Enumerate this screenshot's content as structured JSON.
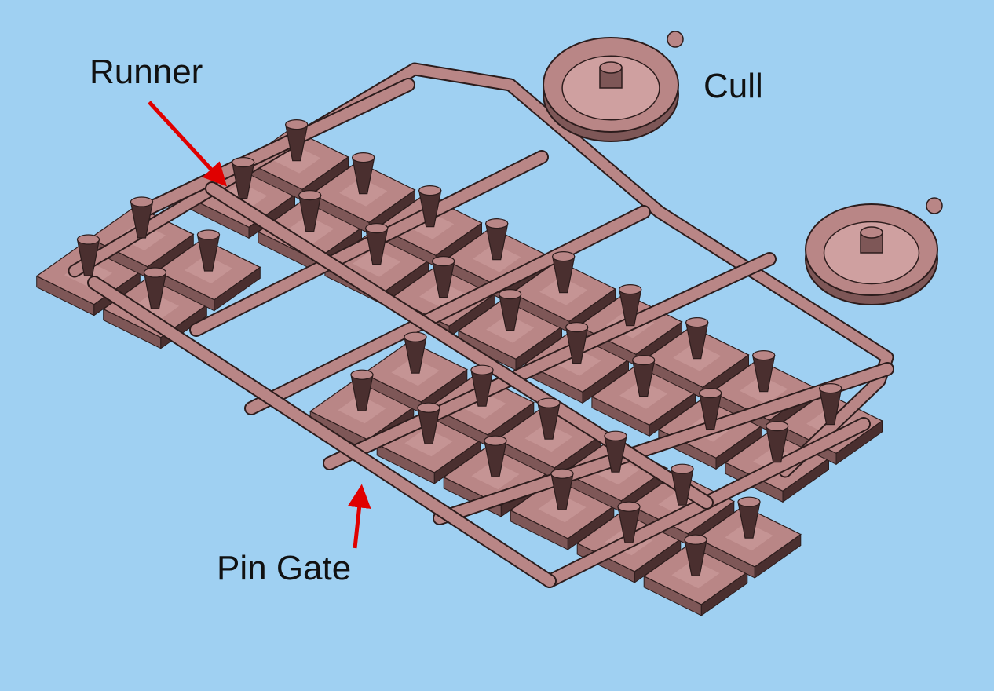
{
  "labels": {
    "runner": "Runner",
    "cull": "Cull",
    "pin_gate": "Pin Gate"
  },
  "colors": {
    "background": "#9fd0f2",
    "part_fill": "#b98686",
    "part_side": "#7e5757",
    "part_top_light": "#cfa0a0",
    "outline": "#2c1c1c",
    "gate_dark": "#4a2f2f",
    "arrow": "#e00000"
  }
}
